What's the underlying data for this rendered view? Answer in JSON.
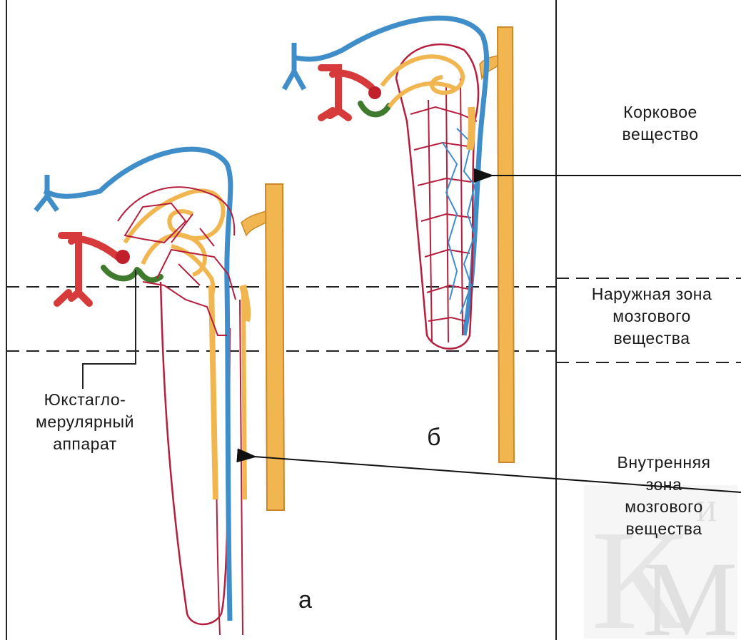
{
  "diagram": {
    "zones": {
      "cortex": "Корковое вещество",
      "cortex_line1": "Корковое",
      "cortex_line2": "вещество",
      "outer_medulla_line1": "Наружная зона",
      "outer_medulla_line2": "мозгового",
      "outer_medulla_line3": "вещества",
      "inner_medulla_line1": "Внутренняя",
      "inner_medulla_line2": "зона",
      "inner_medulla_line3": "мозгового",
      "inner_medulla_line4": "вещества"
    },
    "structures": {
      "juxtaglomerular_line1": "Юкстагло-",
      "juxtaglomerular_line2": "мерулярный",
      "juxtaglomerular_line3": "аппарат"
    },
    "nephron_letters": {
      "a": "а",
      "b": "б"
    },
    "watermark": "КМ",
    "colors": {
      "artery": "#d63a3a",
      "vein": "#3f8ec9",
      "tubule": "#f0b14a",
      "capillary": "#b51e3c",
      "juxtaglomerular": "#3f7a2e"
    }
  }
}
